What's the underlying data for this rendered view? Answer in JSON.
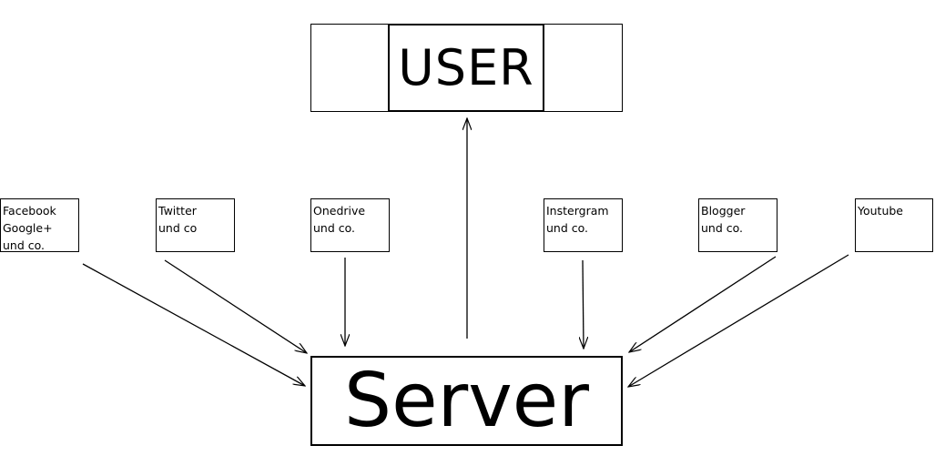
{
  "user": {
    "label": "USER"
  },
  "server": {
    "label": "Server"
  },
  "sources": [
    {
      "key": "facebook",
      "lines": [
        "Facebook",
        "Google+",
        "und co."
      ]
    },
    {
      "key": "twitter",
      "lines": [
        "Twitter",
        "und co"
      ]
    },
    {
      "key": "onedrive",
      "lines": [
        "Onedrive",
        "und co."
      ]
    },
    {
      "key": "instagram",
      "lines": [
        "Instergram",
        "und co."
      ]
    },
    {
      "key": "blogger",
      "lines": [
        "Blogger",
        "und co."
      ]
    },
    {
      "key": "youtube",
      "lines": [
        "Youtube"
      ]
    }
  ],
  "edges": [
    {
      "from": "facebook",
      "to": "server"
    },
    {
      "from": "twitter",
      "to": "server"
    },
    {
      "from": "onedrive",
      "to": "server"
    },
    {
      "from": "instagram",
      "to": "server"
    },
    {
      "from": "blogger",
      "to": "server"
    },
    {
      "from": "youtube",
      "to": "server"
    },
    {
      "from": "server",
      "to": "user"
    }
  ]
}
